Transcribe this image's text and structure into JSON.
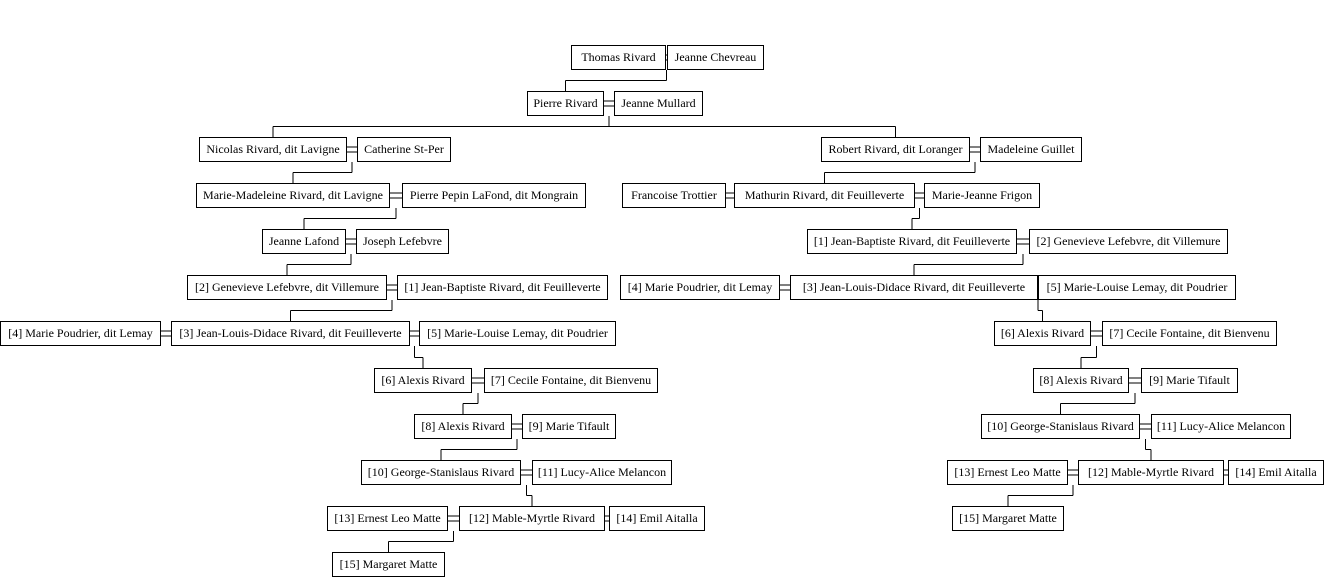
{
  "persons": [
    {
      "id": "p1",
      "name": "Thomas Rivard"
    },
    {
      "id": "p2",
      "name": "Jeanne Chevreau"
    },
    {
      "id": "p3",
      "name": "Pierre Rivard"
    },
    {
      "id": "p4",
      "name": "Jeanne Mullard"
    },
    {
      "id": "p5",
      "name": "Nicolas Rivard, dit Lavigne"
    },
    {
      "id": "p6",
      "name": "Catherine St-Per"
    },
    {
      "id": "p7",
      "name": "Robert Rivard, dit Loranger"
    },
    {
      "id": "p8",
      "name": "Madeleine Guillet"
    },
    {
      "id": "p9",
      "name": "Marie-Madeleine Rivard, dit Lavigne"
    },
    {
      "id": "p10",
      "name": "Pierre Pepin LaFond, dit Mongrain"
    },
    {
      "id": "p11",
      "name": "Francoise Trottier"
    },
    {
      "id": "p12",
      "name": "Mathurin Rivard, dit Feuilleverte"
    },
    {
      "id": "p13",
      "name": "Marie-Jeanne Frigon"
    },
    {
      "id": "p14",
      "name": "Jeanne Lafond"
    },
    {
      "id": "p15",
      "name": "Joseph Lefebvre"
    },
    {
      "id": "p16",
      "name": "[1] Jean-Baptiste Rivard, dit Feuilleverte"
    },
    {
      "id": "p17",
      "name": "[2] Genevieve Lefebvre, dit Villemure"
    },
    {
      "id": "p18",
      "name": "[2] Genevieve Lefebvre, dit Villemure"
    },
    {
      "id": "p19",
      "name": "[1] Jean-Baptiste Rivard, dit Feuilleverte"
    },
    {
      "id": "p20",
      "name": "[4] Marie Poudrier, dit Lemay"
    },
    {
      "id": "p21",
      "name": "[3] Jean-Louis-Didace Rivard, dit Feuilleverte"
    },
    {
      "id": "p22",
      "name": "[5] Marie-Louise Lemay, dit Poudrier"
    },
    {
      "id": "p23",
      "name": "[4] Marie Poudrier, dit Lemay"
    },
    {
      "id": "p24",
      "name": "[3] Jean-Louis-Didace Rivard, dit Feuilleverte"
    },
    {
      "id": "p25",
      "name": "[5] Marie-Louise Lemay, dit Poudrier"
    },
    {
      "id": "p26",
      "name": "[6] Alexis Rivard"
    },
    {
      "id": "p27",
      "name": "[7] Cecile Fontaine, dit Bienvenu"
    },
    {
      "id": "p28",
      "name": "[6] Alexis Rivard"
    },
    {
      "id": "p29",
      "name": "[7] Cecile Fontaine, dit Bienvenu"
    },
    {
      "id": "p30",
      "name": "[8] Alexis Rivard"
    },
    {
      "id": "p31",
      "name": "[9] Marie Tifault"
    },
    {
      "id": "p32",
      "name": "[8] Alexis Rivard"
    },
    {
      "id": "p33",
      "name": "[9] Marie Tifault"
    },
    {
      "id": "p34",
      "name": "[10] George-Stanislaus Rivard"
    },
    {
      "id": "p35",
      "name": "[11] Lucy-Alice Melancon"
    },
    {
      "id": "p36",
      "name": "[10] George-Stanislaus Rivard"
    },
    {
      "id": "p37",
      "name": "[11] Lucy-Alice Melancon"
    },
    {
      "id": "p38",
      "name": "[13] Ernest Leo Matte"
    },
    {
      "id": "p39",
      "name": "[12] Mable-Myrtle Rivard"
    },
    {
      "id": "p40",
      "name": "[14] Emil Aitalla"
    },
    {
      "id": "p41",
      "name": "[13] Ernest Leo Matte"
    },
    {
      "id": "p42",
      "name": "[12] Mable-Myrtle Rivard"
    },
    {
      "id": "p43",
      "name": "[14] Emil Aitalla"
    },
    {
      "id": "p44",
      "name": "[15] Margaret Matte"
    },
    {
      "id": "p45",
      "name": "[15] Margaret Matte"
    }
  ],
  "marriages": [
    {
      "id": "m1",
      "spouses": [
        "p1",
        "p2"
      ]
    },
    {
      "id": "m2",
      "spouses": [
        "p3",
        "p4"
      ]
    },
    {
      "id": "m3",
      "spouses": [
        "p5",
        "p6"
      ]
    },
    {
      "id": "m4",
      "spouses": [
        "p7",
        "p8"
      ]
    },
    {
      "id": "m5",
      "spouses": [
        "p9",
        "p10"
      ]
    },
    {
      "id": "m6",
      "spouses": [
        "p11",
        "p12"
      ]
    },
    {
      "id": "m7",
      "spouses": [
        "p12",
        "p13"
      ]
    },
    {
      "id": "m8",
      "spouses": [
        "p14",
        "p15"
      ]
    },
    {
      "id": "m9",
      "spouses": [
        "p16",
        "p17"
      ]
    },
    {
      "id": "m10",
      "spouses": [
        "p18",
        "p19"
      ]
    },
    {
      "id": "m11",
      "spouses": [
        "p20",
        "p21"
      ]
    },
    {
      "id": "m12",
      "spouses": [
        "p21",
        "p22"
      ]
    },
    {
      "id": "m13",
      "spouses": [
        "p23",
        "p24"
      ]
    },
    {
      "id": "m14",
      "spouses": [
        "p24",
        "p25"
      ]
    },
    {
      "id": "m15",
      "spouses": [
        "p26",
        "p27"
      ]
    },
    {
      "id": "m16",
      "spouses": [
        "p28",
        "p29"
      ]
    },
    {
      "id": "m17",
      "spouses": [
        "p30",
        "p31"
      ]
    },
    {
      "id": "m18",
      "spouses": [
        "p32",
        "p33"
      ]
    },
    {
      "id": "m19",
      "spouses": [
        "p34",
        "p35"
      ]
    },
    {
      "id": "m20",
      "spouses": [
        "p36",
        "p37"
      ]
    },
    {
      "id": "m21",
      "spouses": [
        "p38",
        "p39"
      ]
    },
    {
      "id": "m22",
      "spouses": [
        "p39",
        "p40"
      ]
    },
    {
      "id": "m23",
      "spouses": [
        "p41",
        "p42"
      ]
    },
    {
      "id": "m24",
      "spouses": [
        "p42",
        "p43"
      ]
    }
  ],
  "descents": [
    {
      "parent": "m1",
      "children": [
        "p3"
      ]
    },
    {
      "parent": "m2",
      "children": [
        "p5",
        "p7"
      ]
    },
    {
      "parent": "m3",
      "children": [
        "p9"
      ]
    },
    {
      "parent": "m4",
      "children": [
        "p12"
      ]
    },
    {
      "parent": "m5",
      "children": [
        "p14"
      ]
    },
    {
      "parent": "m7",
      "children": [
        "p16"
      ]
    },
    {
      "parent": "m8",
      "children": [
        "p18"
      ]
    },
    {
      "parent": "m9",
      "children": [
        "p21"
      ]
    },
    {
      "parent": "m10",
      "children": [
        "p24"
      ]
    },
    {
      "parent": "m12",
      "children": [
        "p26"
      ]
    },
    {
      "parent": "m14",
      "children": [
        "p28"
      ]
    },
    {
      "parent": "m15",
      "children": [
        "p30"
      ]
    },
    {
      "parent": "m16",
      "children": [
        "p32"
      ]
    },
    {
      "parent": "m17",
      "children": [
        "p34"
      ]
    },
    {
      "parent": "m18",
      "children": [
        "p36"
      ]
    },
    {
      "parent": "m19",
      "children": [
        "p39"
      ]
    },
    {
      "parent": "m20",
      "children": [
        "p42"
      ]
    },
    {
      "parent": "m21",
      "children": [
        "p44"
      ]
    },
    {
      "parent": "m23",
      "children": [
        "p45"
      ]
    }
  ]
}
